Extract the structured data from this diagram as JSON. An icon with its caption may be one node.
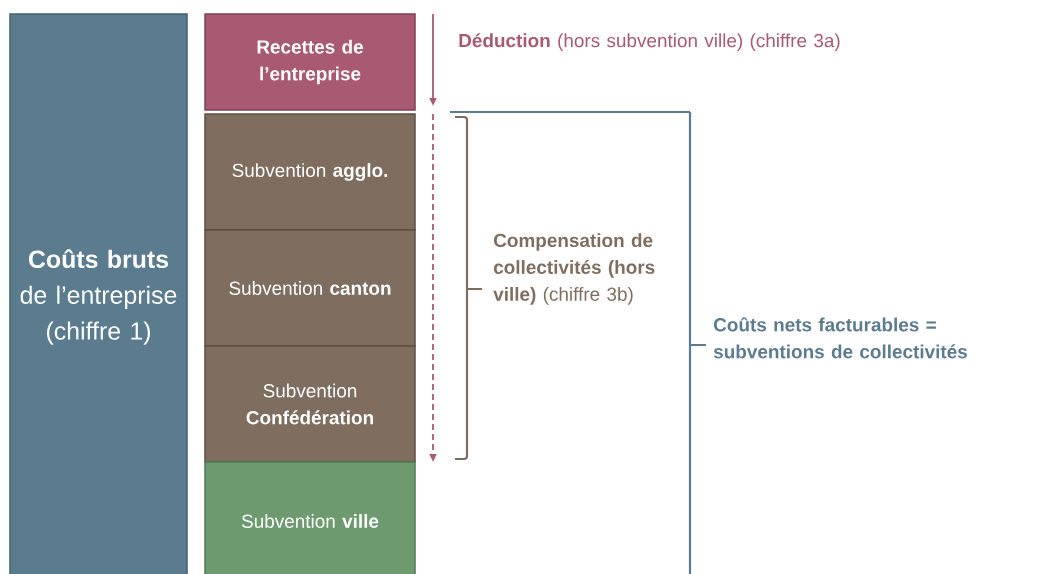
{
  "diagram": {
    "nodes": [
      {
        "text": [
          "**Coûts bruts** de l’entreprise (chiffre 1)"
        ]
      },
      {
        "text": [
          "Recettes de l’entreprise"
        ]
      },
      {
        "text": [
          "Subvention **agglo.**"
        ]
      },
      {
        "text": [
          "Subvention **canton**"
        ]
      },
      {
        "text": [
          "Subvention **Confédération**"
        ]
      },
      {
        "text": [
          "Subvention **ville**"
        ]
      }
    ],
    "labels": [
      "**Déduction** (hors subvention ville) (chiffre 3a)",
      "**Compensation de collectivités (hors ville)** (chiffre 3b)",
      "Coûts nets facturables = subventions de collectivités"
    ]
  }
}
